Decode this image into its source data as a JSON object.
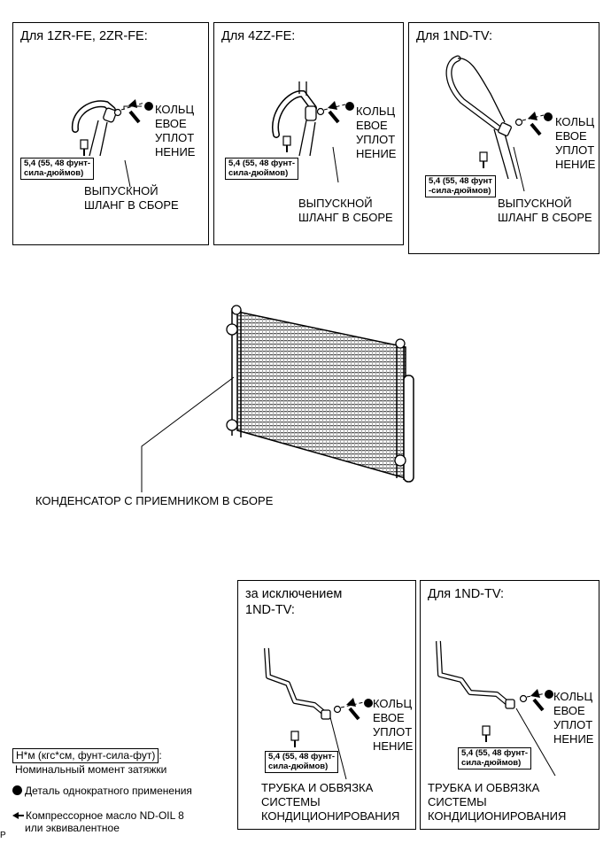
{
  "panels_top": [
    {
      "title": "Для 1ZR-FE, 2ZR-FE:",
      "oring": "КОЛЬЦ\nЕВОЕ\nУПЛОТ\nНЕНИЕ",
      "torque": "5,4 (55, 48 фунт-\nсила-дюймов)",
      "part": "ВЫПУСКНОЙ\nШЛАНГ В СБОРЕ"
    },
    {
      "title": "Для 4ZZ-FE:",
      "oring": "КОЛЬЦ\nЕВОЕ\nУПЛОТ\nНЕНИЕ",
      "torque": "5,4 (55, 48 фунт-\nсила-дюймов)",
      "part": "ВЫПУСКНОЙ\nШЛАНГ В СБОРЕ"
    },
    {
      "title": "Для 1ND-TV:",
      "oring": "КОЛЬЦ\nЕВОЕ\nУПЛОТ\nНЕНИЕ",
      "torque": "5,4 (55, 48 фунт\n-сила-дюймов)",
      "part": "ВЫПУСКНОЙ\nШЛАНГ В СБОРЕ"
    }
  ],
  "condenser_label": "КОНДЕНСАТОР С ПРИЕМНИКОМ В СБОРЕ",
  "panels_bottom": [
    {
      "title": "за исключением\n1ND-TV:",
      "oring": "КОЛЬЦ\nЕВОЕ\nУПЛОТ\nНЕНИЕ",
      "torque": "5,4 (55, 48 фунт-\nсила-дюймов)",
      "part": "ТРУБКА И ОБВЯЗКА\nСИСТЕМЫ\nКОНДИЦИОНИРОВАНИЯ"
    },
    {
      "title": "Для 1ND-TV:",
      "oring": "КОЛЬЦ\nЕВОЕ\nУПЛОТ\nНЕНИЕ",
      "torque": "5,4 (55, 48 фунт-\nсила-дюймов)",
      "part": "ТРУБКА И ОБВЯЗКА\nСИСТЕМЫ\nКОНДИЦИОНИРОВАНИЯ"
    }
  ],
  "legend": {
    "units": "Н*м (кгс*см, фунт-сила-фут)",
    "units_colon": ":",
    "torque_desc": "Номинальный момент затяжки",
    "single_use": "Деталь однократного применения",
    "oil": "Компрессорное масло ND-OIL 8",
    "oil2": "или эквивалентное"
  },
  "corner_code": "P"
}
